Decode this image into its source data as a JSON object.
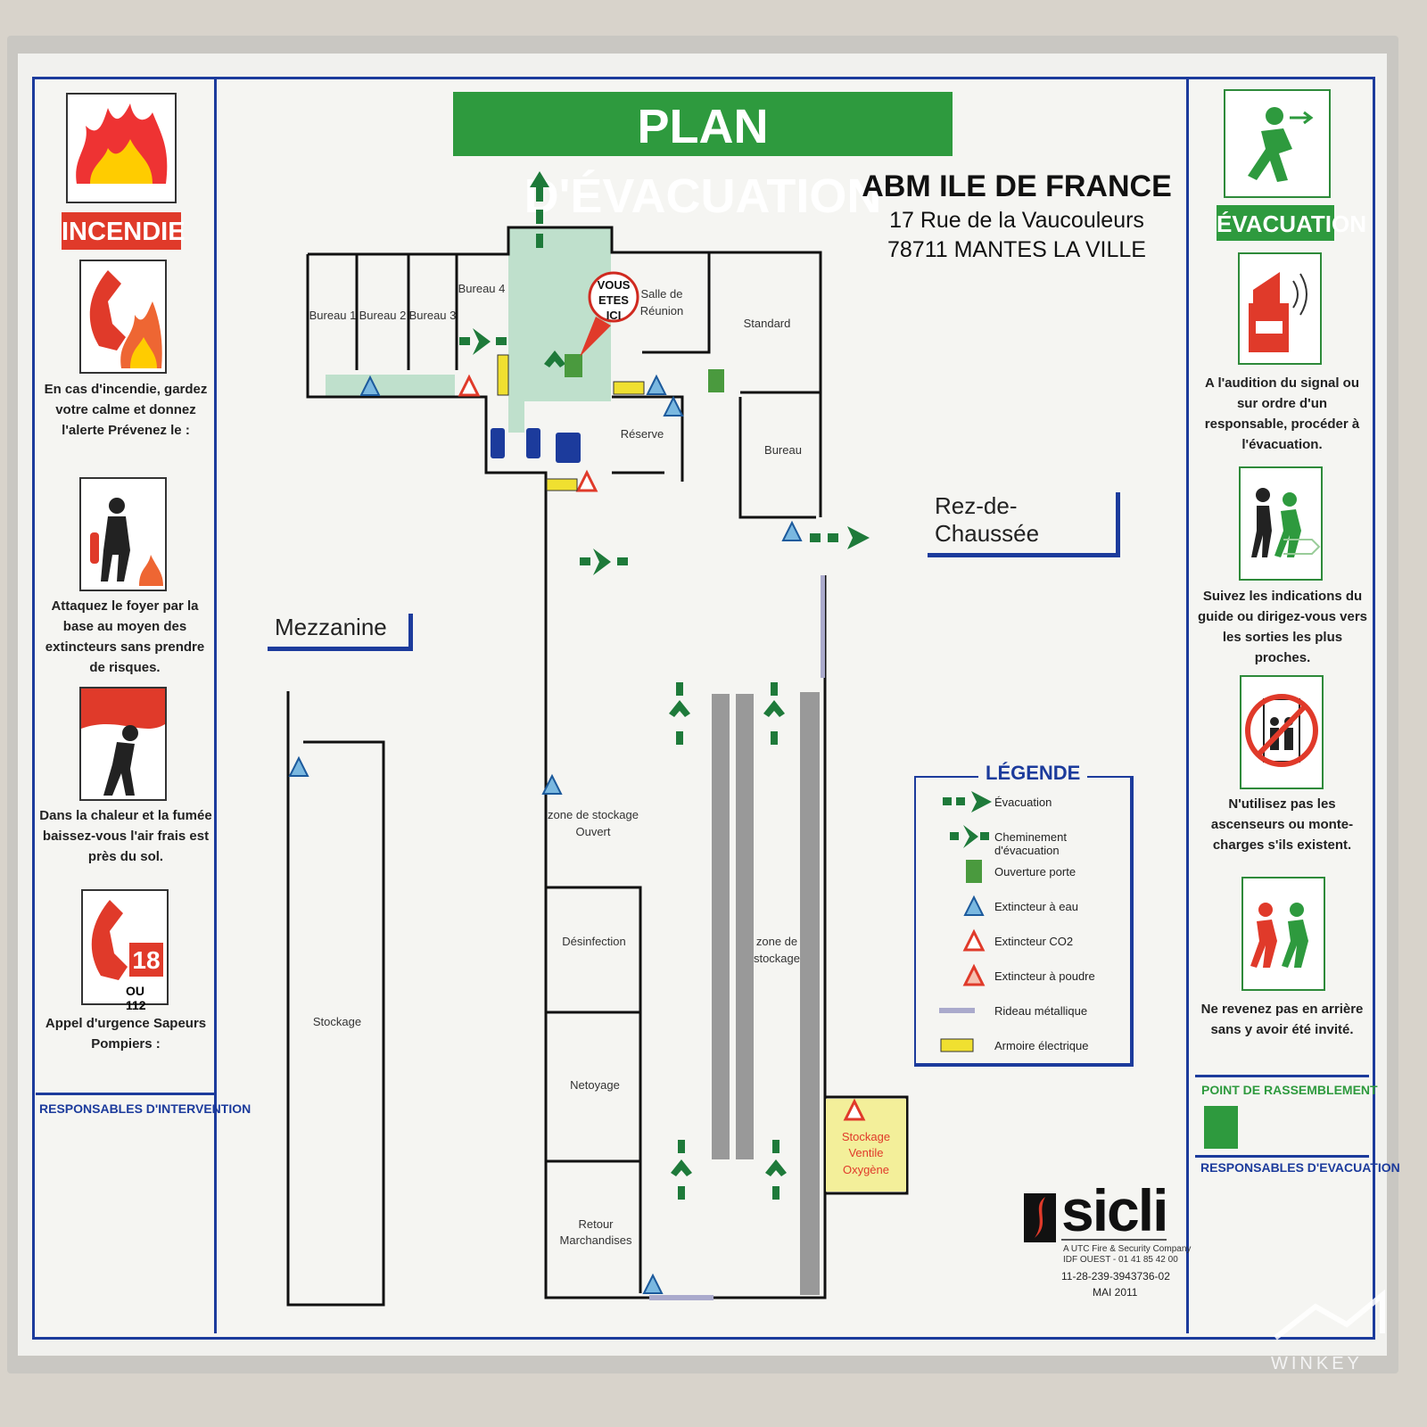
{
  "title": "PLAN D'ÉVACUATION",
  "company": {
    "name": "ABM ILE DE FRANCE",
    "street": "17 Rue de la Vaucouleurs",
    "city": "78711 MANTES LA VILLE"
  },
  "left": {
    "incendie": "INCENDIE",
    "p1": "En cas d'incendie, gardez votre calme et donnez l'alerte Prévenez le :",
    "p2": "Attaquez le foyer par la base au moyen des extincteurs sans prendre de risques.",
    "p3": "Dans la chaleur et la fumée baissez-vous l'air frais est près du sol.",
    "p4": "Appel d'urgence Sapeurs Pompiers :",
    "num18": "18",
    "num112": "OU 112",
    "responsables": "RESPONSABLES D'INTERVENTION"
  },
  "right": {
    "evacuation": "ÉVACUATION",
    "p1": "A l'audition du signal ou sur ordre d'un responsable, procéder à l'évacuation.",
    "p2": "Suivez les indications du guide ou dirigez-vous vers les sorties les plus proches.",
    "p3": "N'utilisez pas les ascenseurs ou monte-charges s'ils existent.",
    "p4": "Ne revenez pas en arrière sans y avoir été invité.",
    "rassemblement": "POINT DE RASSEMBLEMENT",
    "responsables": "RESPONSABLES D'EVACUATION"
  },
  "plan": {
    "rooms": {
      "b1": "Bureau 1",
      "b2": "Bureau 2",
      "b3": "Bureau 3",
      "b4": "Bureau 4",
      "salle1": "Salle de",
      "salle2": "Réunion",
      "standard": "Standard",
      "reserve": "Réserve",
      "bureau": "Bureau",
      "zone1a": "zone de stockage",
      "zone1b": "Ouvert",
      "desinfection": "Désinfection",
      "netoyage": "Netoyage",
      "retour1": "Retour",
      "retour2": "Marchandises",
      "zone2a": "zone de",
      "zone2b": "stockage",
      "stockage": "Stockage",
      "sv1": "Stockage",
      "sv2": "Ventile",
      "sv3": "Oxygène"
    },
    "here": [
      "VOUS",
      "ETES",
      "ICI"
    ],
    "rdc": "Rez-de-Chaussée",
    "mezzanine": "Mezzanine"
  },
  "legend": {
    "title": "LÉGENDE",
    "items": [
      "Évacuation",
      "Cheminement d'évacuation",
      "Ouverture porte",
      "Extincteur à eau",
      "Extincteur CO2",
      "Extincteur à poudre",
      "Rideau métallique",
      "Armoire électrique"
    ]
  },
  "brand": {
    "logo": "sicli",
    "tag": "A UTC Fire & Security Company",
    "office": "IDF OUEST - 01 41 85 42 00",
    "ref": "11-28-239-3943736-02",
    "date": "MAI 2011"
  },
  "watermark": "WINKEY",
  "colors": {
    "green": "#2e9a3e",
    "blue": "#1c3b9c",
    "red": "#e03a2a"
  }
}
